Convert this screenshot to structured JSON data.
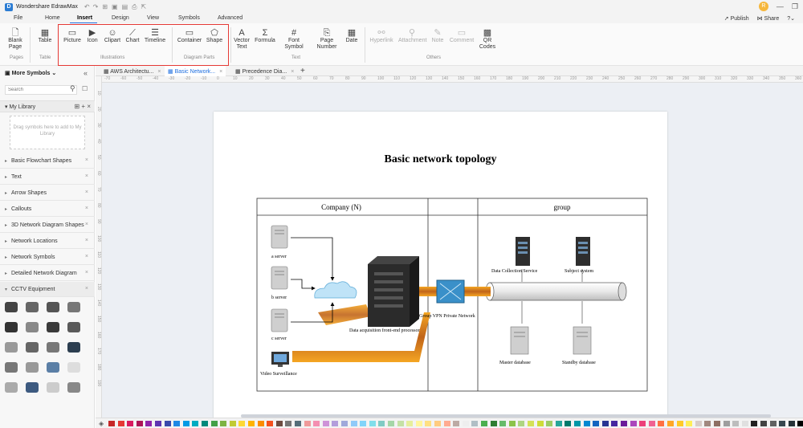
{
  "app": {
    "title": "Wondershare EdrawMax",
    "avatar": "R"
  },
  "menu": {
    "tabs": [
      "File",
      "Home",
      "Insert",
      "Design",
      "View",
      "Symbols",
      "Advanced"
    ],
    "active": "Insert",
    "publish": "Publish",
    "share": "Share"
  },
  "ribbon": {
    "blank_page": "Blank Page",
    "table": "Table",
    "picture": "Picture",
    "icon": "Icon",
    "clipart": "Clipart",
    "chart": "Chart",
    "timeline": "Timeline",
    "container": "Container",
    "shape": "Shape",
    "vector_text": "Vector Text",
    "formula": "Formula",
    "font_symbol": "Font Symbol",
    "page_number": "Page Number",
    "date": "Date",
    "hyperlink": "Hyperlink",
    "attachment": "Attachment",
    "note": "Note",
    "comment": "Comment",
    "qr_codes": "QR Codes",
    "groups": {
      "pages": "Pages",
      "table": "Table",
      "illustrations": "Illustrations",
      "diagram_parts": "Diagram Parts",
      "text": "Text",
      "others": "Others"
    }
  },
  "sidebar": {
    "title": "More Symbols",
    "search_placeholder": "Search",
    "my_library": "My Library",
    "drop_hint": "Drag symbols here to add to My Library",
    "categories": [
      "Basic Flowchart Shapes",
      "Text",
      "Arrow Shapes",
      "Callouts",
      "3D Network Diagram Shapes",
      "Network Locations",
      "Network Symbols",
      "Detailed Network Diagram",
      "CCTV Equipment"
    ]
  },
  "doc_tabs": [
    "AWS Architectu...",
    "Basic Network...",
    "Precedence Dia..."
  ],
  "active_doc_tab": "Basic Network...",
  "ruler": {
    "h": [
      "-70",
      "-60",
      "-50",
      "-40",
      "-30",
      "-20",
      "-10",
      "0",
      "10",
      "20",
      "30",
      "40",
      "50",
      "60",
      "70",
      "80",
      "90",
      "100",
      "110",
      "120",
      "130",
      "140",
      "150",
      "160",
      "170",
      "180",
      "190",
      "200",
      "210",
      "220",
      "230",
      "240",
      "250",
      "260",
      "270",
      "280",
      "290",
      "300",
      "310",
      "320",
      "330",
      "340",
      "350",
      "360"
    ],
    "v": [
      "10",
      "20",
      "30",
      "40",
      "50",
      "60",
      "70",
      "80",
      "90",
      "100",
      "110",
      "120",
      "130",
      "140",
      "150",
      "160",
      "170",
      "180",
      "190"
    ]
  },
  "diagram": {
    "title": "Basic network topology",
    "company_header": "Company (N)",
    "group_header": "group",
    "a_server": "a server",
    "b_server": "b server",
    "c_server": "c server",
    "video": "Video Surveillance",
    "processor": "Data acquisition front-end processor",
    "vpn": "Group VPN Private Network",
    "collection": "Data Collection Service",
    "subject": "Subject system",
    "master_db": "Master database",
    "standby_db": "Standby database"
  },
  "palette": [
    "#c62828",
    "#e53935",
    "#d81b60",
    "#ad1457",
    "#8e24aa",
    "#5e35b1",
    "#3949ab",
    "#1e88e5",
    "#039be5",
    "#00acc1",
    "#00897b",
    "#43a047",
    "#7cb342",
    "#c0ca33",
    "#fdd835",
    "#ffb300",
    "#fb8c00",
    "#f4511e",
    "#6d4c41",
    "#757575",
    "#546e7a",
    "#ef9a9a",
    "#f48fb1",
    "#ce93d8",
    "#b39ddb",
    "#9fa8da",
    "#90caf9",
    "#81d4fa",
    "#80deea",
    "#80cbc4",
    "#a5d6a7",
    "#c5e1a5",
    "#e6ee9c",
    "#fff59d",
    "#ffe082",
    "#ffcc80",
    "#ffab91",
    "#bcaaa4",
    "#eeeeee",
    "#b0bec5",
    "#4caf50",
    "#2e7d32",
    "#66bb6a",
    "#8bc34a",
    "#aed581",
    "#d4e157",
    "#cddc39",
    "#9ccc65",
    "#26a69a",
    "#00796b",
    "#0097a7",
    "#0288d1",
    "#1565c0",
    "#283593",
    "#4527a0",
    "#6a1b9a",
    "#ab47bc",
    "#ec407a",
    "#f06292",
    "#ff7043",
    "#ffa726",
    "#ffca28",
    "#ffee58",
    "#d7ccc8",
    "#a1887f",
    "#8d6e63",
    "#9e9e9e",
    "#bdbdbd",
    "#e0e0e0",
    "#212121",
    "#424242",
    "#616161",
    "#37474f",
    "#263238",
    "#000000"
  ]
}
